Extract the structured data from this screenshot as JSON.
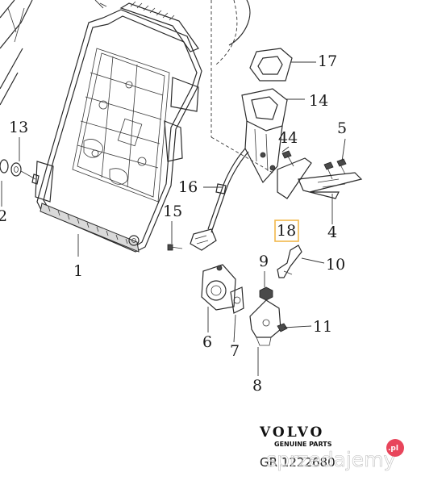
{
  "diagram": {
    "callouts": [
      {
        "id": "1",
        "label": "1"
      },
      {
        "id": "2",
        "label": "2"
      },
      {
        "id": "4",
        "label": "4"
      },
      {
        "id": "5",
        "label": "5"
      },
      {
        "id": "6",
        "label": "6"
      },
      {
        "id": "7",
        "label": "7"
      },
      {
        "id": "8",
        "label": "8"
      },
      {
        "id": "9",
        "label": "9"
      },
      {
        "id": "10",
        "label": "10"
      },
      {
        "id": "11",
        "label": "11"
      },
      {
        "id": "13",
        "label": "13"
      },
      {
        "id": "14",
        "label": "14"
      },
      {
        "id": "15",
        "label": "15"
      },
      {
        "id": "16",
        "label": "16"
      },
      {
        "id": "17",
        "label": "17"
      },
      {
        "id": "18",
        "label": "18",
        "highlighted": true,
        "highlight_color": "#f2b84b"
      },
      {
        "id": "44",
        "label": "44"
      }
    ]
  },
  "brand": {
    "name": "VOLVO",
    "tagline": "GENUINE PARTS",
    "part_number": "GR 1222680"
  },
  "watermark": {
    "text": "sprzedajemy",
    "badge": ".pl",
    "badge_color": "#e8455b"
  }
}
